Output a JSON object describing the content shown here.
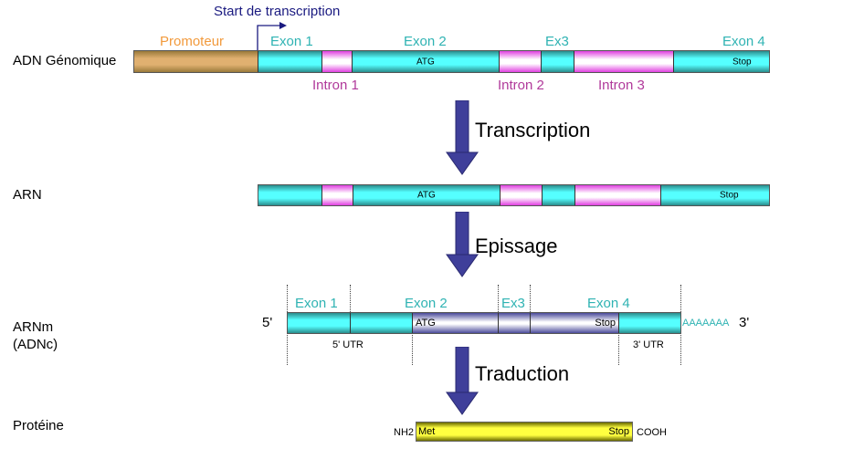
{
  "title_labels": {
    "start_transcription": "Start de transcription",
    "promoteur": "Promoteur"
  },
  "rows": {
    "adn": "ADN Génomique",
    "arn": "ARN",
    "arnm_line1": "ARNm",
    "arnm_line2": "(ADNc)",
    "proteine": "Protéine"
  },
  "genomic": {
    "exon_labels": [
      "Exon 1",
      "Exon 2",
      "Ex3",
      "Exon 4"
    ],
    "intron_labels": [
      "Intron 1",
      "Intron 2",
      "Intron 3"
    ],
    "atg": "ATG",
    "stop": "Stop"
  },
  "steps": {
    "transcription": "Transcription",
    "epissage": "Epissage",
    "traduction": "Traduction"
  },
  "mrna": {
    "exon_labels": [
      "Exon 1",
      "Exon 2",
      "Ex3",
      "Exon 4"
    ],
    "five_prime": "5'",
    "three_prime": "3'",
    "polya": "AAAAAAA",
    "utr5": "5' UTR",
    "utr3": "3' UTR",
    "atg": "ATG",
    "stop": "Stop"
  },
  "protein": {
    "nh2": "NH2",
    "cooh": "COOH",
    "met": "Met",
    "stop": "Stop"
  },
  "colors": {
    "exon": "#55ffff",
    "intron": "#ff66ff",
    "promoter": "#e0b070",
    "arrow": "#3f3f9a",
    "protein": "#ffff40",
    "exon_label": "#2fb3b3",
    "intron_label": "#b0399a",
    "promoter_label": "#f29a3c",
    "start_label": "#1a1a80"
  }
}
